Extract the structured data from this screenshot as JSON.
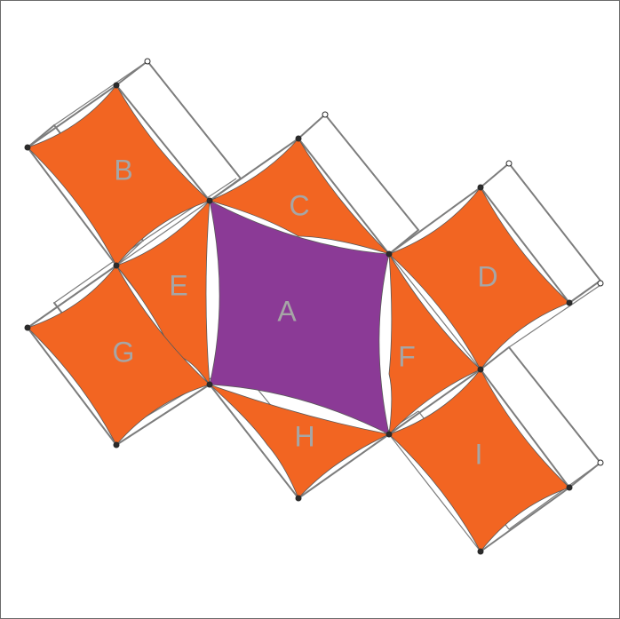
{
  "diagram": {
    "colors": {
      "orange": "#f26522",
      "purple": "#8b3a96",
      "label": "#a6a6a6",
      "frame": "#7d7d7d",
      "frame_dark": "#2b2b2b"
    },
    "panels": [
      {
        "label": "A",
        "color": "purple"
      },
      {
        "label": "B",
        "color": "orange"
      },
      {
        "label": "C",
        "color": "orange"
      },
      {
        "label": "D",
        "color": "orange"
      },
      {
        "label": "E",
        "color": "orange"
      },
      {
        "label": "F",
        "color": "orange"
      },
      {
        "label": "G",
        "color": "orange"
      },
      {
        "label": "H",
        "color": "orange"
      },
      {
        "label": "I",
        "color": "orange"
      }
    ]
  }
}
